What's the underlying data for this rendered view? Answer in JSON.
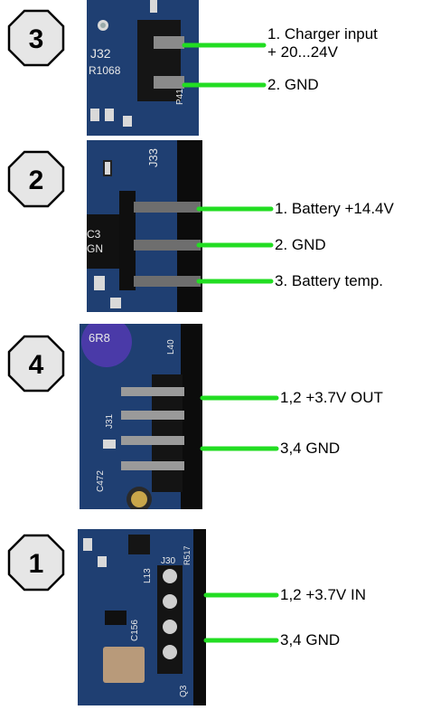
{
  "sections": [
    {
      "badge": "3",
      "silkscreen": [
        "J32",
        "R1068",
        "P41"
      ],
      "pins": [
        {
          "lines": [
            "1. Charger input",
            "+ 20...24V"
          ]
        },
        {
          "lines": [
            "2. GND"
          ]
        }
      ]
    },
    {
      "badge": "2",
      "silkscreen": [
        "J33",
        "C3",
        "GN"
      ],
      "pins": [
        {
          "lines": [
            "1. Battery +14.4V"
          ]
        },
        {
          "lines": [
            "2. GND"
          ]
        },
        {
          "lines": [
            "3. Battery temp."
          ]
        }
      ]
    },
    {
      "badge": "4",
      "silkscreen": [
        "6R8",
        "L40",
        "J31",
        "C472"
      ],
      "pins": [
        {
          "lines": [
            "1,2 +3.7V OUT"
          ]
        },
        {
          "lines": [
            "3,4 GND"
          ]
        }
      ]
    },
    {
      "badge": "1",
      "silkscreen": [
        "R517",
        "L13",
        "J30",
        "C156",
        "Q3"
      ],
      "pins": [
        {
          "lines": [
            "1,2 +3.7V IN"
          ]
        },
        {
          "lines": [
            "3,4 GND"
          ]
        }
      ]
    }
  ],
  "colors": {
    "wire": "#22dd22",
    "board": "#1f3f72",
    "badge_fill": "#e6e6e6",
    "badge_stroke": "#000000"
  }
}
